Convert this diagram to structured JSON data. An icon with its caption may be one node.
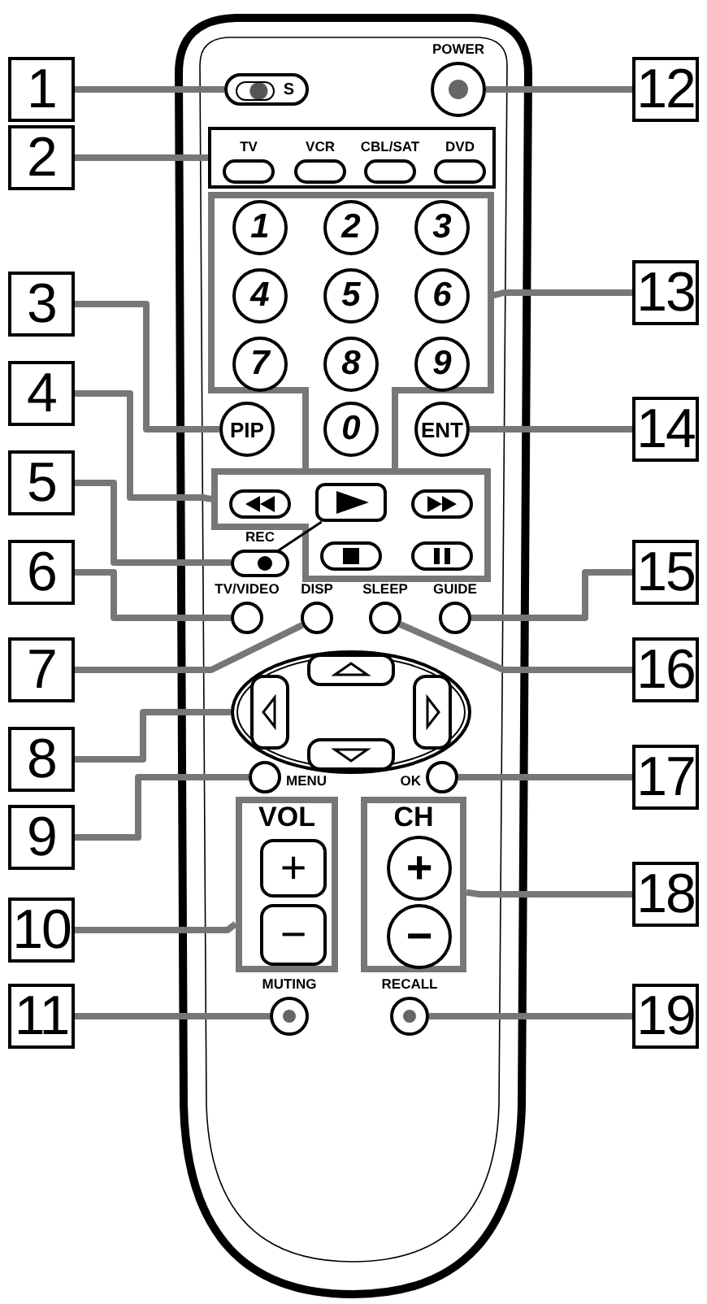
{
  "diagram": {
    "nodes": [
      {
        "text": [
          "1"
        ]
      },
      {
        "text": [
          "2"
        ]
      },
      {
        "text": [
          "3"
        ]
      },
      {
        "text": [
          "4"
        ]
      },
      {
        "text": [
          "5"
        ]
      },
      {
        "text": [
          "6"
        ]
      },
      {
        "text": [
          "7"
        ]
      },
      {
        "text": [
          "8"
        ]
      },
      {
        "text": [
          "9"
        ]
      },
      {
        "text": [
          "10"
        ]
      },
      {
        "text": [
          "11"
        ]
      },
      {
        "text": [
          "12"
        ]
      },
      {
        "text": [
          "13"
        ]
      },
      {
        "text": [
          "14"
        ]
      },
      {
        "text": [
          "15"
        ]
      },
      {
        "text": [
          "16"
        ]
      },
      {
        "text": [
          "17"
        ]
      },
      {
        "text": [
          "18"
        ]
      },
      {
        "text": [
          "19"
        ]
      },
      {
        "text": [
          "S"
        ]
      },
      {
        "text": [],
        "shape": "box"
      },
      {
        "text": [
          "TV"
        ],
        "in": 20
      },
      {
        "text": [
          "VCR"
        ],
        "in": 20
      },
      {
        "text": [
          "CBL/SAT"
        ],
        "in": 20
      },
      {
        "text": [
          "DVD"
        ],
        "in": 20
      },
      {
        "text": [
          "POWER"
        ]
      },
      {
        "text": [],
        "shape": "box"
      },
      {
        "text": [
          "1"
        ],
        "in": 26
      },
      {
        "text": [
          "2"
        ],
        "in": 26
      },
      {
        "text": [
          "3"
        ],
        "in": 26
      },
      {
        "text": [
          "4"
        ],
        "in": 26
      },
      {
        "text": [
          "5"
        ],
        "in": 26
      },
      {
        "text": [
          "6"
        ],
        "in": 26
      },
      {
        "text": [
          "7"
        ],
        "in": 26
      },
      {
        "text": [
          "8"
        ],
        "in": 26
      },
      {
        "text": [
          "9"
        ],
        "in": 26
      },
      {
        "text": [
          "0"
        ],
        "in": 26
      },
      {
        "text": [
          "PIP"
        ]
      },
      {
        "text": [
          "ENT"
        ]
      },
      {
        "text": [],
        "shape": "box"
      },
      {
        "text": [],
        "shape": "box",
        "in": 39
      },
      {
        "text": [],
        "shape": "box",
        "in": 39
      },
      {
        "text": [],
        "shape": "box",
        "in": 39
      },
      {
        "text": [],
        "shape": "box",
        "in": 39
      },
      {
        "text": [],
        "shape": "box",
        "in": 39
      },
      {
        "text": [
          "REC"
        ]
      },
      {
        "text": [
          "TV/VIDEO"
        ]
      },
      {
        "text": [
          "DISP"
        ]
      },
      {
        "text": [
          "SLEEP"
        ]
      },
      {
        "text": [
          "GUIDE"
        ]
      },
      {
        "text": [],
        "shape": "oval"
      },
      {
        "text": [],
        "shape": "box",
        "in": 50
      },
      {
        "text": [],
        "shape": "box",
        "in": 50
      },
      {
        "text": [],
        "shape": "box",
        "in": 50
      },
      {
        "text": [],
        "shape": "box",
        "in": 50
      },
      {
        "text": [
          "MENU"
        ]
      },
      {
        "text": [
          "OK"
        ]
      },
      {
        "text": [
          "VOL"
        ]
      },
      {
        "text": [
          "+"
        ],
        "in": 57
      },
      {
        "text": [
          "−"
        ],
        "in": 57
      },
      {
        "text": [
          "CH"
        ]
      },
      {
        "text": [
          "+"
        ],
        "in": 60
      },
      {
        "text": [
          "−"
        ],
        "in": 60
      },
      {
        "text": [
          "MUTING"
        ]
      },
      {
        "text": [
          "RECALL"
        ]
      }
    ],
    "edges": [
      {
        "from": 0,
        "to": 19,
        "arrow": "none"
      },
      {
        "from": 1,
        "to": 20,
        "arrow": "none"
      },
      {
        "from": 2,
        "to": 37,
        "arrow": "none"
      },
      {
        "from": 3,
        "to": 39,
        "arrow": "none"
      },
      {
        "from": 4,
        "to": 45,
        "arrow": "none"
      },
      {
        "from": 5,
        "to": 46,
        "arrow": "none"
      },
      {
        "from": 6,
        "to": 47,
        "arrow": "none"
      },
      {
        "from": 7,
        "to": 50,
        "arrow": "none"
      },
      {
        "from": 8,
        "to": 55,
        "arrow": "none"
      },
      {
        "from": 9,
        "to": 57,
        "arrow": "none"
      },
      {
        "from": 10,
        "to": 63,
        "arrow": "none"
      },
      {
        "from": 11,
        "to": 25,
        "arrow": "none"
      },
      {
        "from": 12,
        "to": 26,
        "arrow": "none"
      },
      {
        "from": 13,
        "to": 38,
        "arrow": "none"
      },
      {
        "from": 14,
        "to": 49,
        "arrow": "none"
      },
      {
        "from": 15,
        "to": 48,
        "arrow": "none"
      },
      {
        "from": 16,
        "to": 56,
        "arrow": "none"
      },
      {
        "from": 17,
        "to": 60,
        "arrow": "none"
      },
      {
        "from": 18,
        "to": 64,
        "arrow": "none"
      },
      {
        "from": 45,
        "to": 41,
        "arrow": "none",
        "color": "#000000"
      }
    ]
  }
}
